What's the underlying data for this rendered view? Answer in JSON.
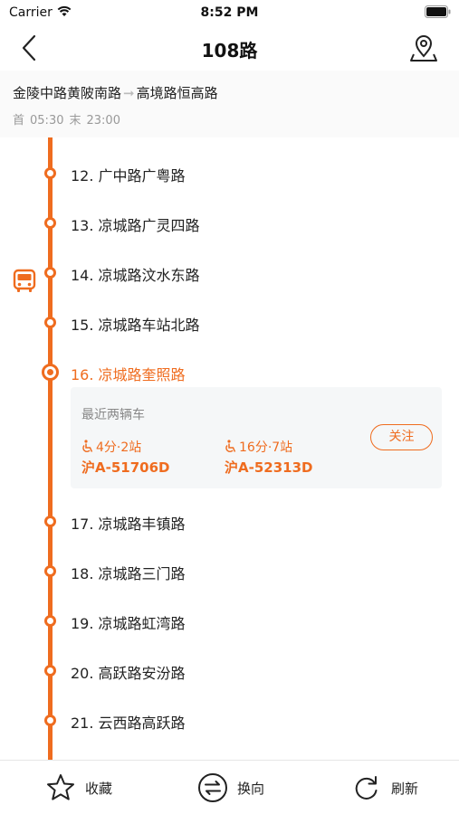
{
  "status": {
    "carrier": "Carrier",
    "time": "8:52 PM"
  },
  "nav": {
    "title": "108路"
  },
  "route": {
    "from": "金陵中路黄陂南路",
    "to": "高境路恒高路",
    "first_label": "首",
    "first_time": "05:30",
    "last_label": "末",
    "last_time": "23:00"
  },
  "stations": [
    {
      "label": "12. 广中路广粤路"
    },
    {
      "label": "13. 凉城路广灵四路"
    },
    {
      "label": "14. 凉城路汶水东路"
    },
    {
      "label": "15. 凉城路车站北路"
    },
    {
      "label": "16. 凉城路奎照路"
    },
    {
      "label": "17. 凉城路丰镇路"
    },
    {
      "label": "18. 凉城路三门路"
    },
    {
      "label": "19. 凉城路虹湾路"
    },
    {
      "label": "20. 高跃路安汾路"
    },
    {
      "label": "21. 云西路高跃路"
    }
  ],
  "arrival": {
    "title": "最近两辆车",
    "buses": [
      {
        "eta": "4分·2站",
        "plate": "沪A-51706D"
      },
      {
        "eta": "16分·7站",
        "plate": "沪A-52313D"
      }
    ],
    "follow_label": "关注"
  },
  "bottom": {
    "favorite_label": "收藏",
    "switch_label": "换向",
    "refresh_label": "刷新"
  },
  "colors": {
    "accent": "#ef6c1f",
    "card_bg": "#f5f7f8"
  }
}
